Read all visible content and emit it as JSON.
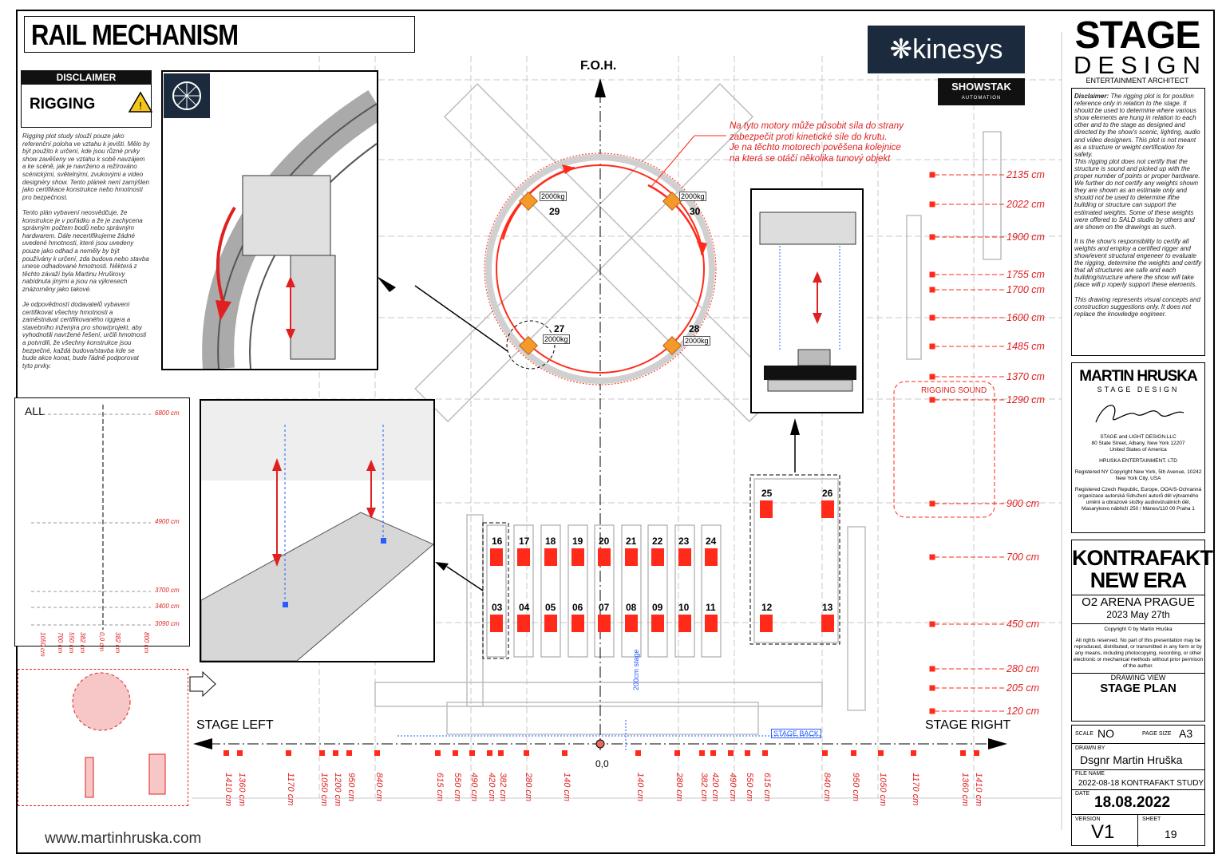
{
  "title": "RAIL MECHANISM",
  "disclaimer": {
    "heading": "DISCLAIMER",
    "rigging": "RIGGING",
    "p1": "Rigging plot study slouží pouze jako referenční poloha ve vztahu k jevišti. Mělo by být použito k určení, kde jsou různé prvky show zavěšeny ve vztahu k sobě navzájem a ke scéně, jak je navrženo a režírováno scénickými, světelnými, zvukovými a video designéry show. Tento plánek není zamýšlen jako certifikace konstrukce nebo hmotnosti pro bezpečnost.",
    "p2": "Tento plán vybavení neosvědčuje, že konstrukce je v pořádku a že je zachycena správným počtem bodů nebo správným hardwarem. Dále necertifikujeme žádné uvedené hmotnosti, které jsou uvedeny pouze jako odhad a neměly by být používány k určení, zda budova nebo stavba unese odhadované hmotnosti. Některá z těchto závaží byla Martinu Hruškovy nabídnuta jinými a jsou na výkresech znázorněny jako takové.",
    "p3": "Je odpovědností dodavatelů vybavení certifikovat všechny hmotnosti a zaměstnávat certifikovaného riggera a stavebního inženýra pro show/projekt, aby vyhodnotili navržené řešení, určili hmotnosti a potvrdili, že všechny konstrukce jsou bezpečné, každá budova/stavba kde se bude akce konat, bude řádně podporovat tyto prvky."
  },
  "right_disclaimer": {
    "p1_bold": "Disclaimer:",
    "p1": " The rigging plot is for position reference only in relation to the stage. It should be used to determine where various show elements are hung in relation to each other and to the stage as designed and directed by the show's scenic, lighting, audio and video designers. This plot is not meant as a structure or weight certification for safety.",
    "p2": "This rigging plot does not certify that the structure is sound and picked up with the proper number of points or proper hardware. We further do not certify any weights shown they are shown as an estimate only and should not be used to determine ifthe building or structure can support the estimated weights. Some of these weights were offered to SALD studio by others and are shown on the drawings as such.",
    "p3": "It is the show's responsibility to certify all weights and employ a certified rigger and show/event structural engeneer to evaluate the rigging, determine the weights and certify that all structures are safe and each building/structure where the show will take place will p roperly support these elements.",
    "p4": "This drawing represents visual concepts and construction suggestions only. It does not replace the knowledge engineer."
  },
  "logos": {
    "kinesys": "kinesys",
    "showstak": "SHOWSTAK",
    "showstak_sub": "AUTOMATION",
    "stage1": "STAGE",
    "stage2": "DESIGN",
    "stage3": "ENTERTAINMENT ARCHITECT"
  },
  "plan": {
    "foh": "F.O.H.",
    "stage_left": "STAGE LEFT",
    "stage_right": "STAGE RIGHT",
    "origin": "0,0",
    "stage_back": "STAGE BACK",
    "stage_front": "200cm stage",
    "rigging_sound": "RIGGING SOUND",
    "note": [
      "Na tyto motory může působit síla do strany",
      "zabezpečit proti kinetické síle do krutu.",
      "Je na těchto motorech pověšena kolejnice",
      "na která se otáčí několika tunový objekt"
    ],
    "weights": [
      "2000kg",
      "2000kg",
      "2000kg",
      "2000kg"
    ],
    "motor_numbers": [
      "29",
      "30",
      "27",
      "28"
    ],
    "right_dims": [
      "2135 cm",
      "2022 cm",
      "1900 cm",
      "1755 cm",
      "1700 cm",
      "1600 cm",
      "1485 cm",
      "1370 cm",
      "1290 cm",
      "900 cm",
      "700 cm",
      "450 cm",
      "280 cm",
      "205 cm",
      "120 cm"
    ],
    "bottom_dims": [
      "1410 cm",
      "1360 cm",
      "1170 cm",
      "1050 cm",
      "1200 cm",
      "950 cm",
      "840 cm",
      "615 cm",
      "550 cm",
      "490 cm",
      "420 cm",
      "382 cm",
      "280 cm",
      "140 cm",
      "140 cm",
      "280 cm",
      "382 cm",
      "420 cm",
      "490 cm",
      "550 cm",
      "615 cm",
      "840 cm",
      "950 cm",
      "1050 cm",
      "1170 cm",
      "1360 cm",
      "1410 cm"
    ],
    "upper_row": [
      "16",
      "17",
      "18",
      "19",
      "20",
      "21",
      "22",
      "23",
      "24"
    ],
    "lower_row": [
      "03",
      "04",
      "05",
      "06",
      "07",
      "08",
      "09",
      "10",
      "11"
    ],
    "right_upper": [
      "25",
      "26"
    ],
    "right_lower": [
      "12",
      "13"
    ]
  },
  "mini": {
    "label": "ALL",
    "dims": [
      "6800 cm",
      "4900 cm",
      "3700 cm",
      "3400 cm",
      "3090 cm"
    ],
    "bottom": [
      "1050 cm",
      "700 cm",
      "550 cm",
      "382 cm",
      "0,0 cm",
      "382 cm",
      "800 cm"
    ]
  },
  "titleblock": {
    "mh1": "MARTIN HRUSKA",
    "mh2": "STAGE DESIGN",
    "addr1": "STAGE and LIGHT DESIGN.LLC",
    "addr2": "80 State Street, Albany, New York 12207",
    "addr3": "United States of America",
    "addr4": "HRUSKA ENTERTAINMENT. LTD",
    "addr5": "Registered NY Copyright New York, 5th Avenue, 10242",
    "addr6": "New York City, USA",
    "addr7": "Registered Czech Republic, Europe, OOA/S-Ochranná organizace autorská Sdružení autorů děl výtvarného umění a obrazové složky audiovizuálních děl, Masarykovo nábřeží 250 / Mánes/110 00 Praha 1",
    "project1": "KONTRAFAKT",
    "project2": "NEW ERA",
    "venue": "O2 ARENA PRAGUE",
    "date_show": "2023 May 27th",
    "copy1": "Copyright © by Martin Hruška",
    "copy2": "All rights reserved. No part of this presentation may be reproduced, distributed, or transmitted in any form or by  any means, including photocopying, recording, or other electronic or mechanical methods without prior permison of  the author.",
    "view_label": "DRAWING VIEW",
    "view": "STAGE PLAN",
    "scale_label": "SCALE",
    "scale": "NO",
    "size_label": "PAGE SIZE",
    "size": "A3",
    "drawn_label": "DRAWN BY",
    "drawn": "Dsgnr Martin Hruška",
    "file_label": "FILE NAME",
    "file": "2022-08-18 KONTRAFAKT STUDY",
    "date_label": "DATE",
    "date": "18.08.2022",
    "version_label": "VERSION",
    "version": "V1",
    "sheet_label": "SHEET",
    "sheet": "19"
  },
  "url": "www.martinhruska.com",
  "colors": {
    "dim": "#e02020",
    "motor": "#ff2a1a",
    "orange": "#f39a2b",
    "navy": "#1b2a3c"
  }
}
